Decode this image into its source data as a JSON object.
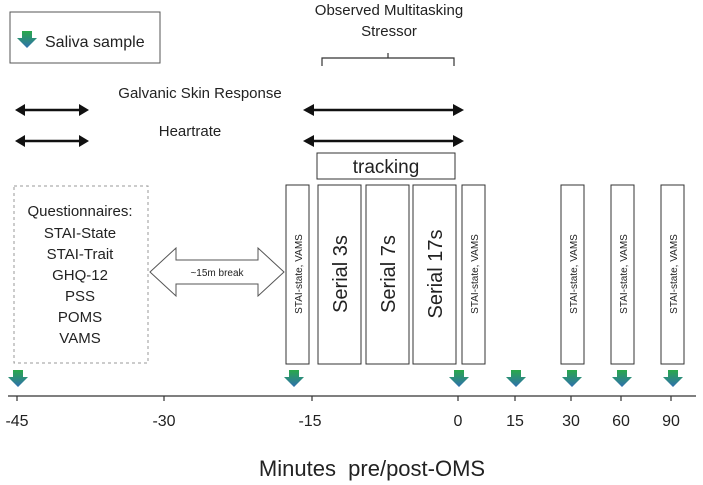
{
  "legend": {
    "label": "Saliva sample",
    "marker_icon": "saliva-marker-icon"
  },
  "stressor": {
    "line1": "Observed Multitasking",
    "line2": "Stressor"
  },
  "measures": {
    "gsr": "Galvanic Skin Response",
    "heartrate": "Heartrate"
  },
  "tracking": "tracking",
  "questionnaires": {
    "title": "Questionnaires:",
    "items": [
      "STAI-State",
      "STAI-Trait",
      "GHQ-12",
      "PSS",
      "POMS",
      "VAMS"
    ]
  },
  "break_label": "~15m break",
  "vertical_labels": {
    "stai_vams": "STAI-state, VAMS",
    "serial3": "Serial 3s",
    "serial7": "Serial 7s",
    "serial17": "Serial 17s"
  },
  "axis": {
    "title": "Minutes  pre/post-OMS",
    "ticks": [
      "-45",
      "-30",
      "-15",
      "0",
      "15",
      "30",
      "60",
      "90"
    ]
  },
  "colors": {
    "arrow_green": "#2aa84a",
    "arrow_blue": "#2f6fb0"
  }
}
